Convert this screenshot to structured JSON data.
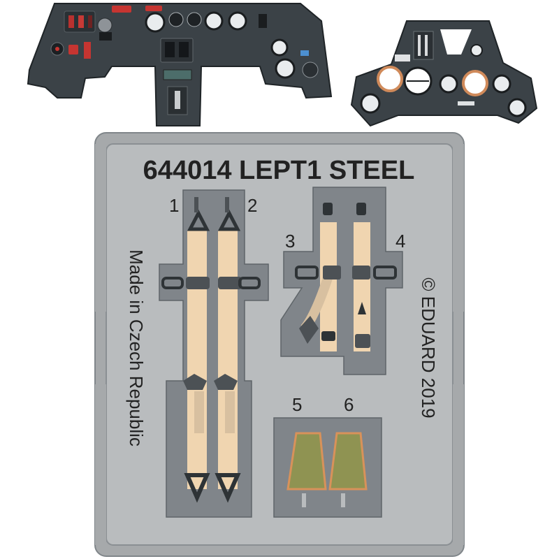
{
  "fret": {
    "title": "644014 LEPT1 STEEL",
    "side_left": "Made in Czech Republic",
    "side_right": "© EDUARD 2019",
    "part_numbers": [
      "1",
      "2",
      "3",
      "4",
      "5",
      "6"
    ]
  },
  "colors": {
    "panel_dark": "#3a4146",
    "steel": "#a9acae",
    "steel_inner": "#7f8487",
    "belt": "#f0d5b0",
    "pad_green": "#8f9352",
    "pad_border": "#d8925a"
  }
}
